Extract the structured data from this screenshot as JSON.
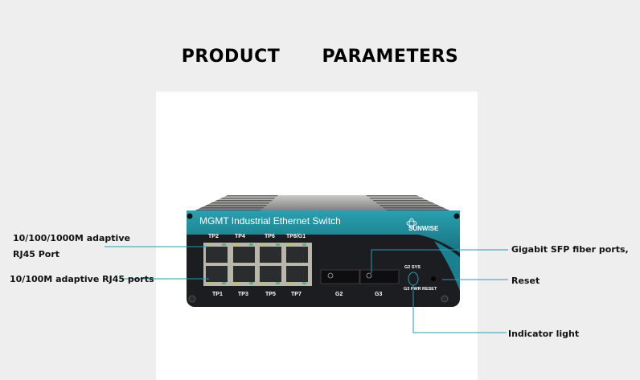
{
  "header": {
    "title_word1": "PRODUCT",
    "title_word2": "PARAMETERS"
  },
  "device": {
    "panel_title": "MGMT Industrial Ethernet Switch",
    "brand": "SUNWISE",
    "colors": {
      "faceplate_accent": "#1f8a9a",
      "body": "#1c1d20",
      "callout_line": "#2a9bb0"
    },
    "top_port_labels": [
      "TP2",
      "TP4",
      "TP6",
      "TP8/G1"
    ],
    "bottom_port_labels": [
      "TP1",
      "TP3",
      "TP5",
      "TP7"
    ],
    "sfp_labels": [
      "G2",
      "G3"
    ],
    "led_labels": {
      "top": "G2 SYS",
      "bottom": "G3 PWR",
      "reset": "RESET"
    }
  },
  "callouts": {
    "gigabit_rj45_line1": "10/100/1000M adaptive",
    "gigabit_rj45_line2": "RJ45 Port",
    "fast_rj45": "10/100M adaptive RJ45 ports",
    "sfp": "Gigabit SFP fiber ports,",
    "reset": "Reset",
    "indicator": "Indicator light"
  }
}
